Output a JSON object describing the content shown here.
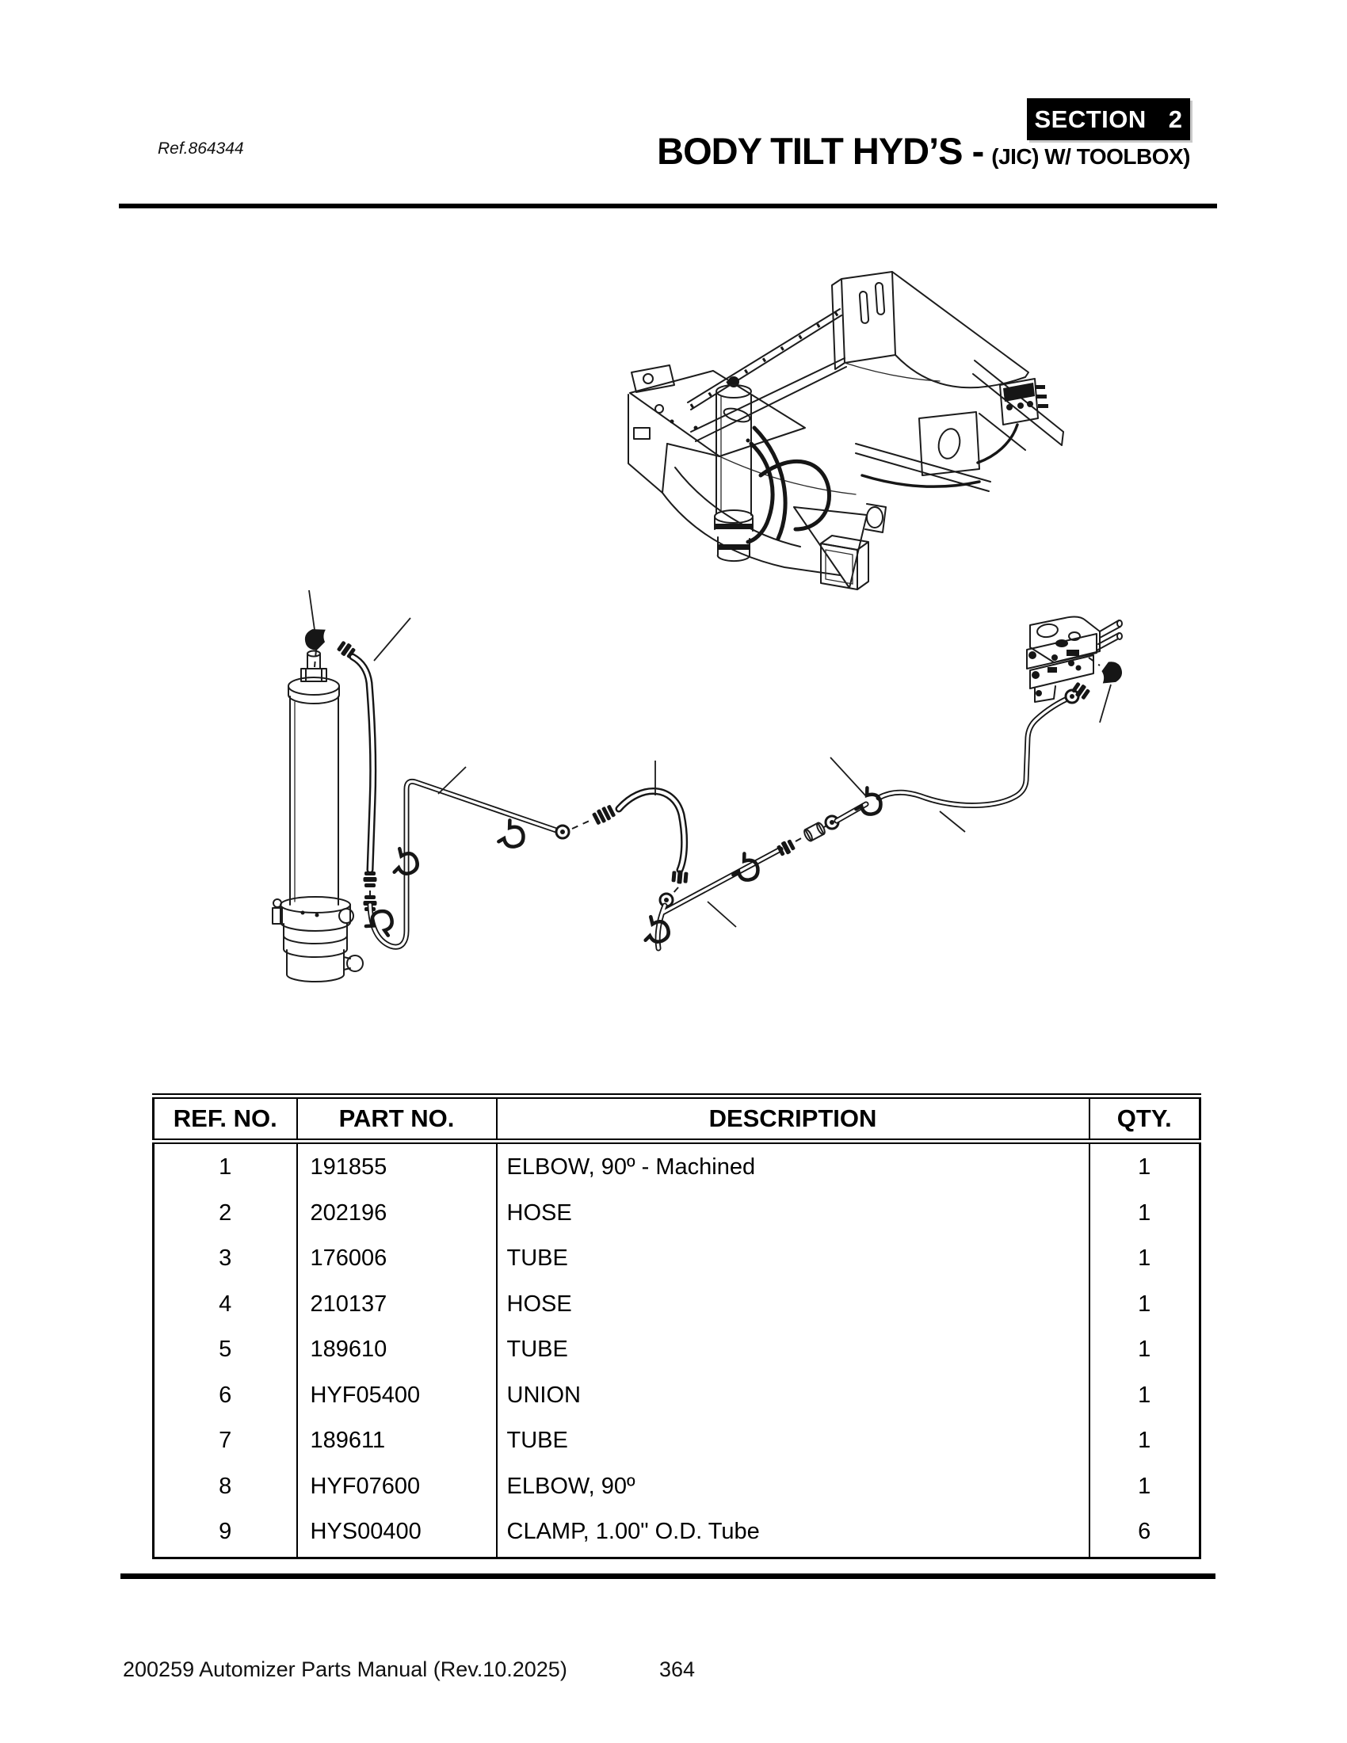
{
  "header": {
    "ref_note": "Ref.864344",
    "section_label": "SECTION",
    "section_number": "2",
    "title": "BODY TILT HYD’S -",
    "subtitle": "(JIC) W/ TOOLBOX)"
  },
  "table": {
    "headers": [
      "REF. NO.",
      "PART NO.",
      "DESCRIPTION",
      "QTY."
    ],
    "rows": [
      {
        "ref": "1",
        "part": "191855",
        "desc": "ELBOW, 90º - Machined",
        "qty": "1"
      },
      {
        "ref": "2",
        "part": "202196",
        "desc": "HOSE",
        "qty": "1"
      },
      {
        "ref": "3",
        "part": "176006",
        "desc": "TUBE",
        "qty": "1"
      },
      {
        "ref": "4",
        "part": "210137",
        "desc": "HOSE",
        "qty": "1"
      },
      {
        "ref": "5",
        "part": "189610",
        "desc": "TUBE",
        "qty": "1"
      },
      {
        "ref": "6",
        "part": "HYF05400",
        "desc": "UNION",
        "qty": "1"
      },
      {
        "ref": "7",
        "part": "189611",
        "desc": "TUBE",
        "qty": "1"
      },
      {
        "ref": "8",
        "part": "HYF07600",
        "desc": "ELBOW, 90º",
        "qty": "1"
      },
      {
        "ref": "9",
        "part": "HYS00400",
        "desc": "CLAMP, 1.00\" O.D. Tube",
        "qty": "6"
      }
    ]
  },
  "footer": {
    "manual": "200259 Automizer Parts Manual (Rev.10.2025)",
    "page_number": "364"
  },
  "colors": {
    "ink": "#000000",
    "paper": "#ffffff"
  }
}
